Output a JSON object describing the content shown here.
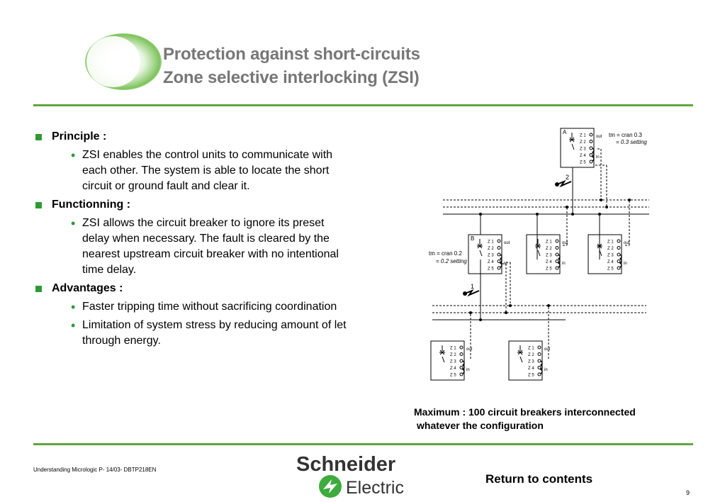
{
  "header": {
    "title_line1": "Protection against short-circuits",
    "title_line2": "Zone selective interlocking (ZSI)"
  },
  "sections": [
    {
      "title": "Principle :",
      "bullets": [
        "ZSI enables the control units to communicate with each other. The system is able to locate the short circuit or ground fault and clear it."
      ]
    },
    {
      "title": "Functionning :",
      "bullets": [
        "ZSI allows the circuit breaker to ignore its preset delay when necessary.  The fault is cleared by the nearest upstream circuit breaker with no intentional time delay."
      ]
    },
    {
      "title": "Advantages :",
      "bullets": [
        "Faster tripping time without sacrificing coordination",
        "Limitation of system stress by reducing amount of let through energy."
      ]
    }
  ],
  "diagram": {
    "breaker_a_label": "A",
    "breaker_b_label": "B",
    "terminals": [
      "Z 1",
      "Z 2",
      "Z 3",
      "Z 4",
      "Z 5"
    ],
    "out_label": "out",
    "in_label": "in",
    "setting_a_line1": "tm = cran 0.3",
    "setting_a_line2": "= 0.3 setting",
    "setting_b_line1": "tm = cran 0.2",
    "setting_b_line2": "= 0.2 setting",
    "fault_2": "2",
    "fault_1": "1"
  },
  "caption": {
    "line1": "Maximum  : 100 circuit breakers interconnected",
    "line2": "whatever the configuration"
  },
  "footer": {
    "doc_ref": "Understanding Micrologic P- 14/03- DBTP218EN",
    "brand_line1": "Schneider",
    "brand_line2": "Electric",
    "return_link": "Return to contents",
    "page_number": "9"
  },
  "colors": {
    "accent_green": "#5fa63c",
    "bullet_green": "#2f9a35",
    "title_gray": "#777777"
  }
}
